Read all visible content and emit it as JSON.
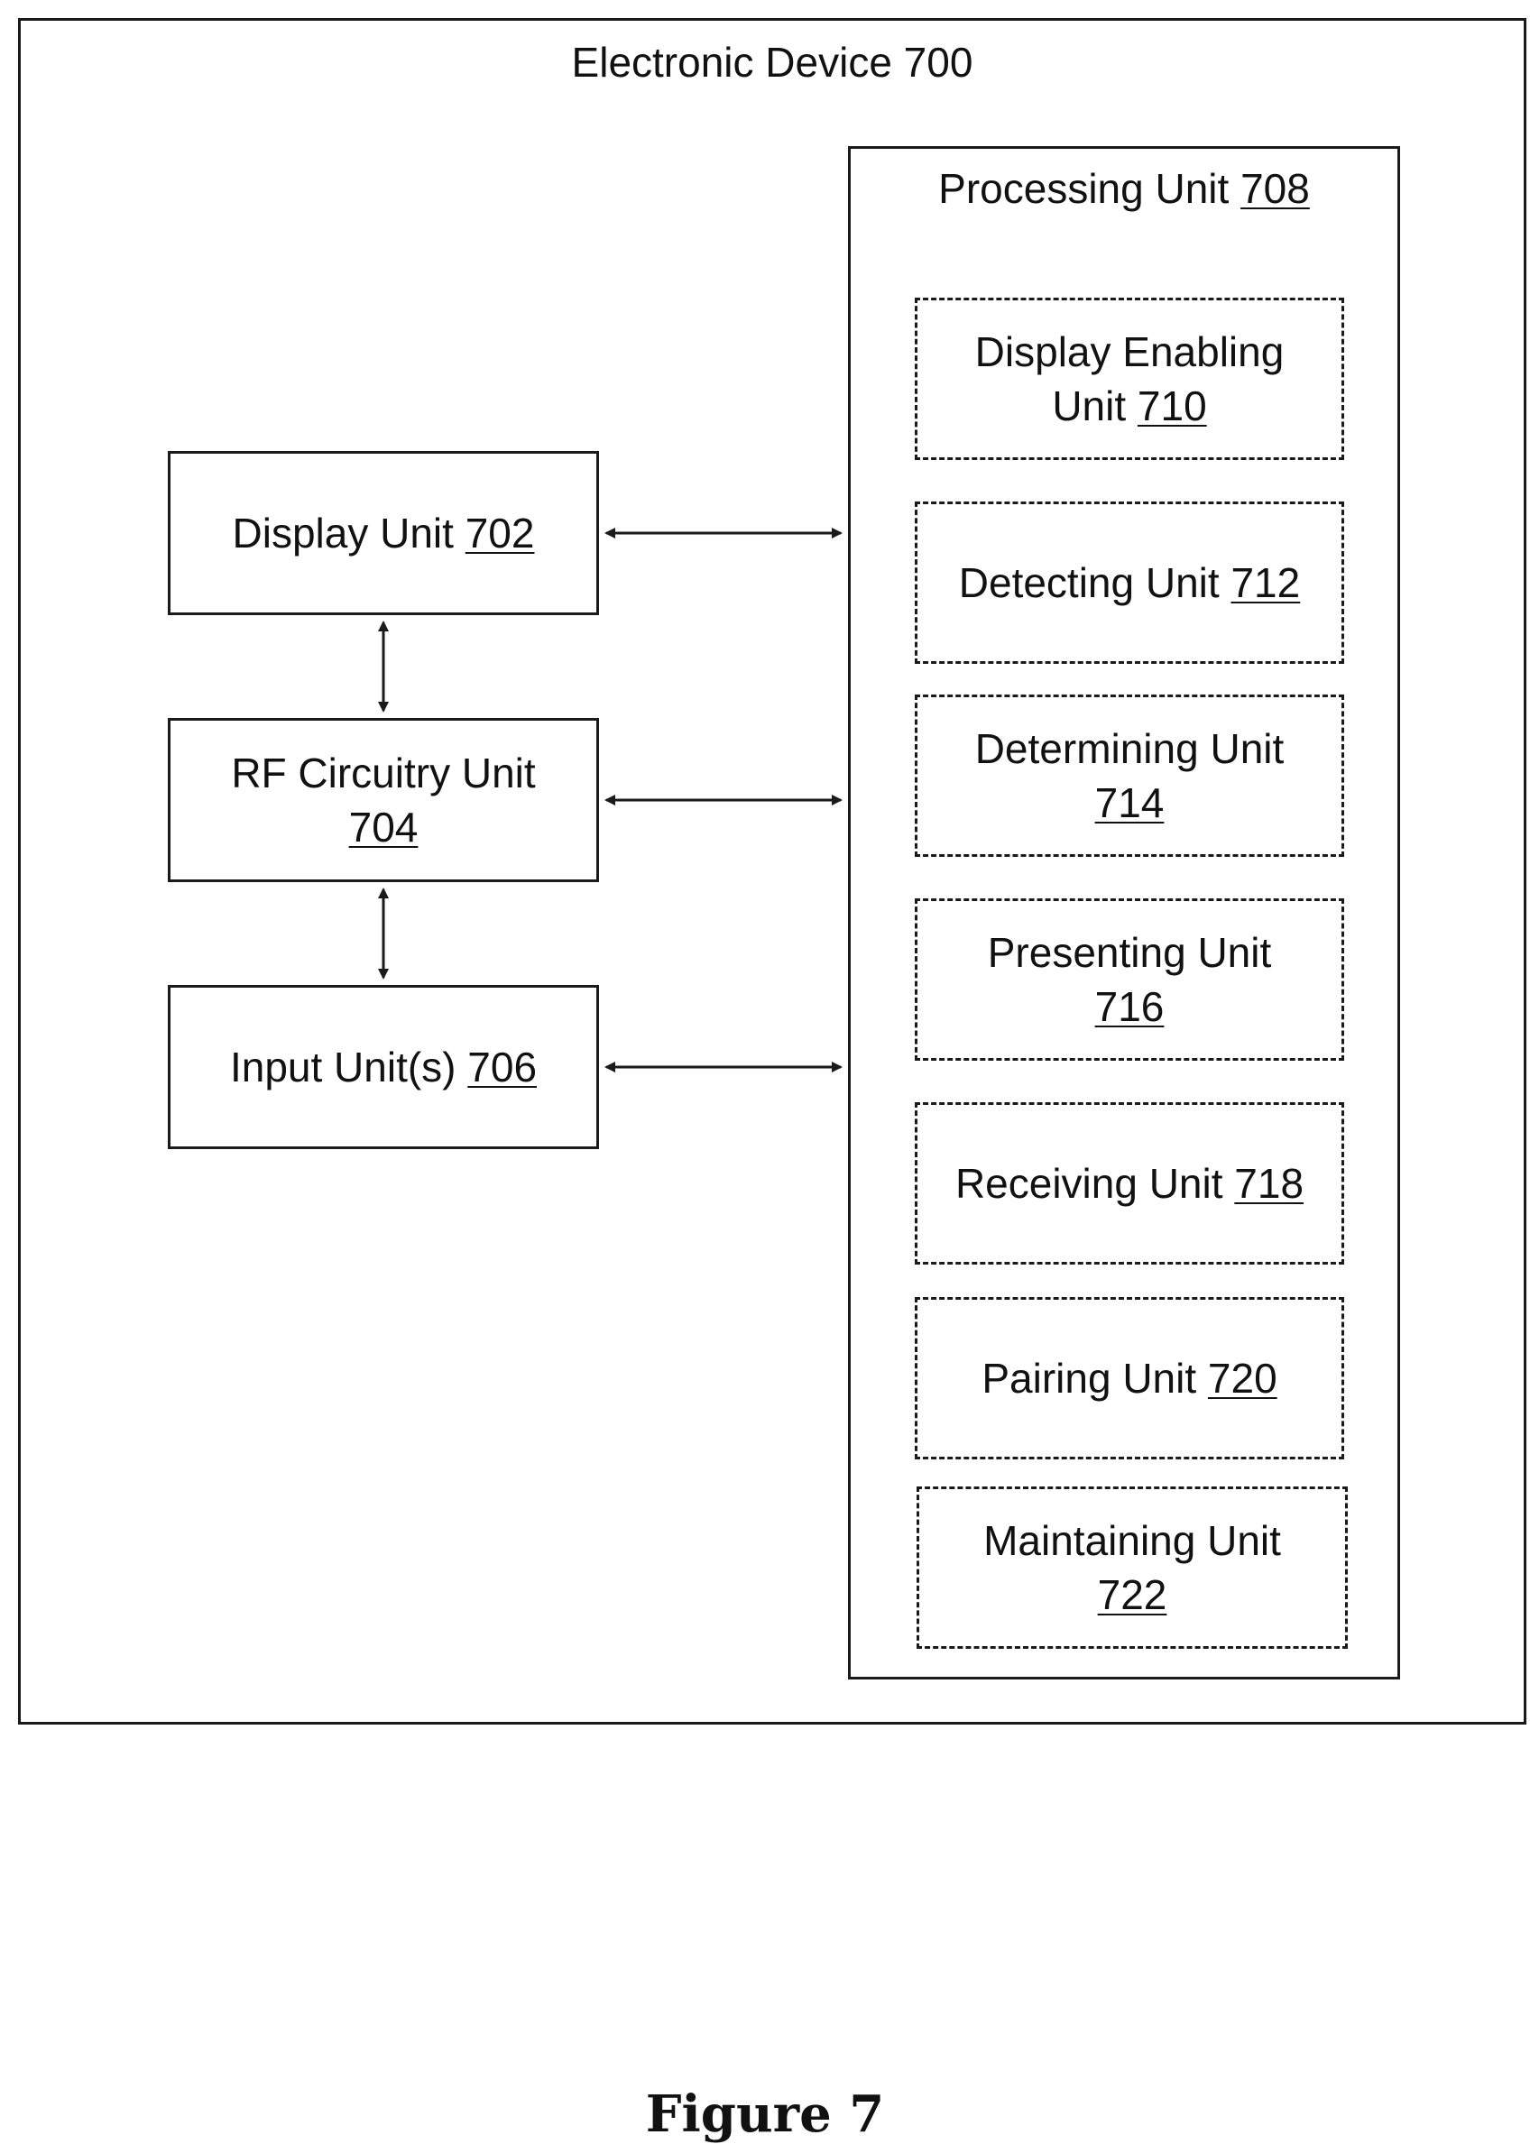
{
  "device": {
    "title": "Electronic Device 700"
  },
  "processing_unit": {
    "title_text": "Processing Unit ",
    "title_num": "708"
  },
  "left_units": {
    "display": {
      "text": "Display Unit ",
      "num": "702"
    },
    "rf": {
      "line1": "RF Circuitry Unit",
      "num": "704"
    },
    "input": {
      "text": "Input Unit(s) ",
      "num": "706"
    }
  },
  "sub_units": {
    "display_enabling": {
      "line1": "Display Enabling",
      "line2_text": "Unit ",
      "num": "710"
    },
    "detecting": {
      "text": "Detecting Unit ",
      "num": "712"
    },
    "determining": {
      "line1": "Determining Unit",
      "num": "714"
    },
    "presenting": {
      "line1": "Presenting Unit",
      "num": "716"
    },
    "receiving": {
      "text": "Receiving Unit ",
      "num": "718"
    },
    "pairing": {
      "text": "Pairing Unit ",
      "num": "720"
    },
    "maintaining": {
      "line1": "Maintaining Unit",
      "num": "722"
    }
  },
  "caption": "Figure 7"
}
